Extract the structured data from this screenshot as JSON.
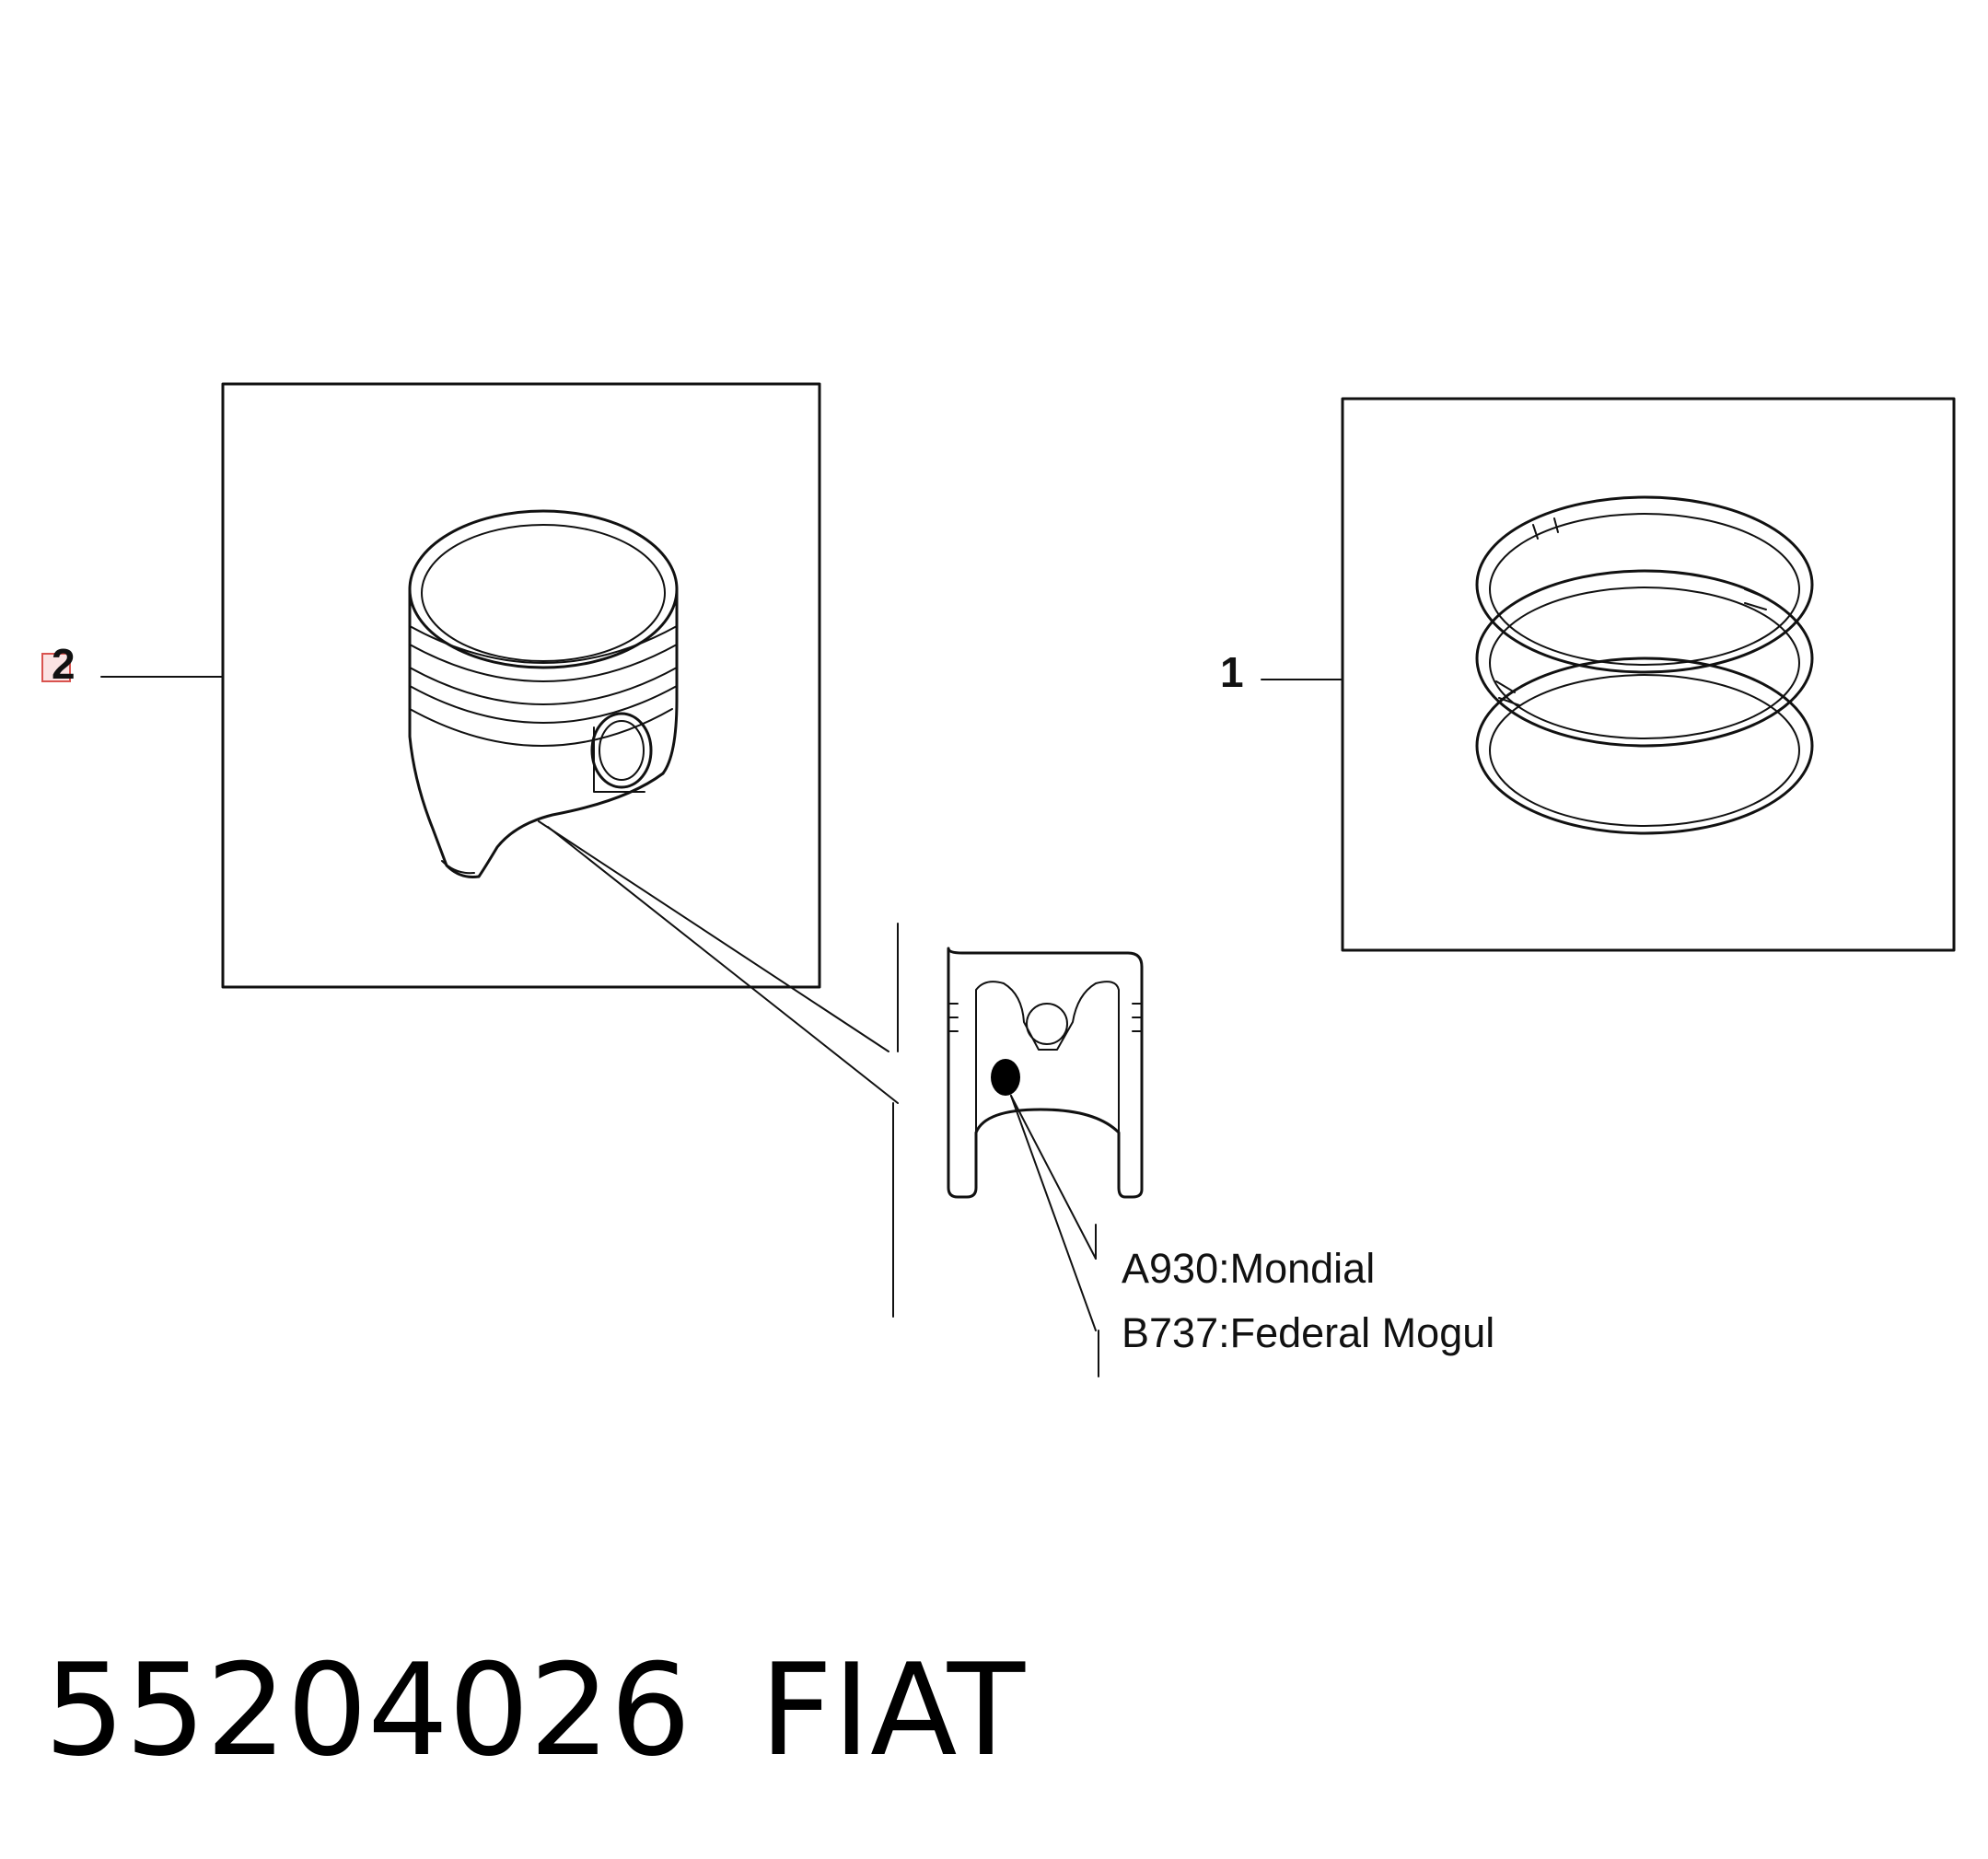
{
  "callouts": {
    "piston": "2",
    "rings": "1"
  },
  "suppliers": [
    "A930:Mondial",
    "B737:Federal Mogul"
  ],
  "caption": {
    "part_number": "55204026",
    "brand": "FIAT"
  },
  "colors": {
    "line": "#111111",
    "marker_box": "#d9534f"
  },
  "icons": {
    "piston": "piston-illustration",
    "rings": "piston-rings-illustration",
    "section": "piston-section-view"
  }
}
